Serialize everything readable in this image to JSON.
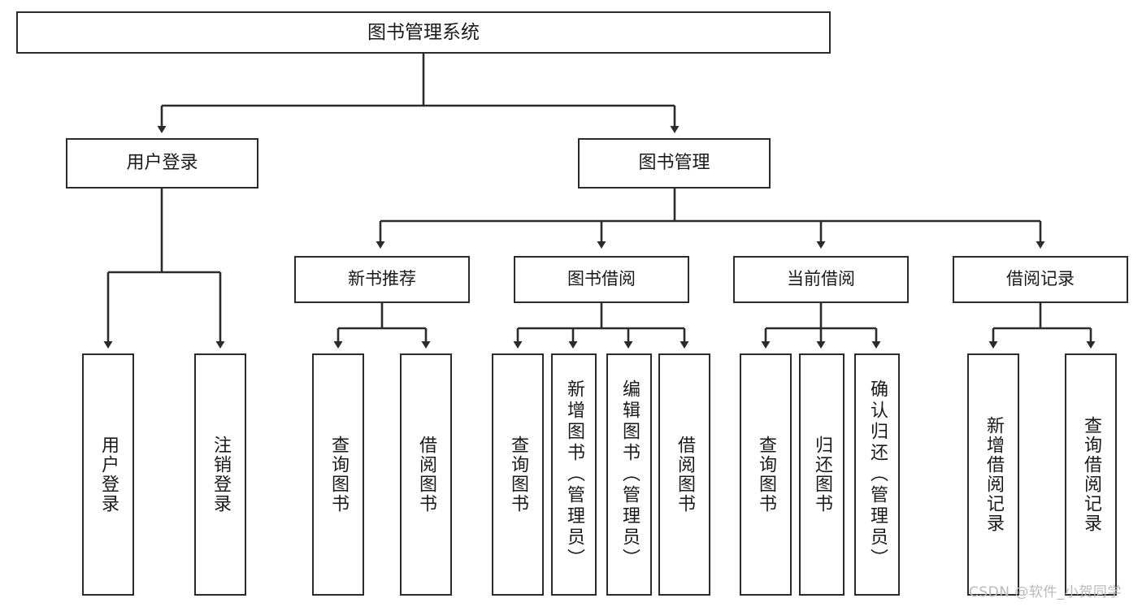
{
  "diagram": {
    "type": "tree-hierarchy-chart",
    "title": "图书管理系统",
    "watermark": "CSDN @软件_小贺同学",
    "colors": {
      "box_border": "#2b2b2b",
      "box_fill": "#ffffff",
      "connector": "#2b2b2b",
      "text": "#1a1a1a",
      "background": "#ffffff",
      "watermark": "#b9b9b9"
    },
    "root": {
      "label": "图书管理系统"
    },
    "level1": [
      {
        "label": "用户登录"
      },
      {
        "label": "图书管理"
      }
    ],
    "level2": [
      {
        "label": "新书推荐"
      },
      {
        "label": "图书借阅"
      },
      {
        "label": "当前借阅"
      },
      {
        "label": "借阅记录"
      }
    ],
    "leaves": {
      "user_login": [
        {
          "label": "用户登录"
        },
        {
          "label": "注销登录"
        }
      ],
      "new_book": [
        {
          "label": "查询图书"
        },
        {
          "label": "借阅图书"
        }
      ],
      "borrow_book": [
        {
          "label": "查询图书"
        },
        {
          "label": "新增图书（管理员）"
        },
        {
          "label": "编辑图书（管理员）"
        },
        {
          "label": "借阅图书"
        }
      ],
      "current_borrow": [
        {
          "label": "查询图书"
        },
        {
          "label": "归还图书"
        },
        {
          "label": "确认归还（管理员）"
        }
      ],
      "borrow_record": [
        {
          "label": "新增借阅记录"
        },
        {
          "label": "查询借阅记录"
        }
      ]
    }
  }
}
